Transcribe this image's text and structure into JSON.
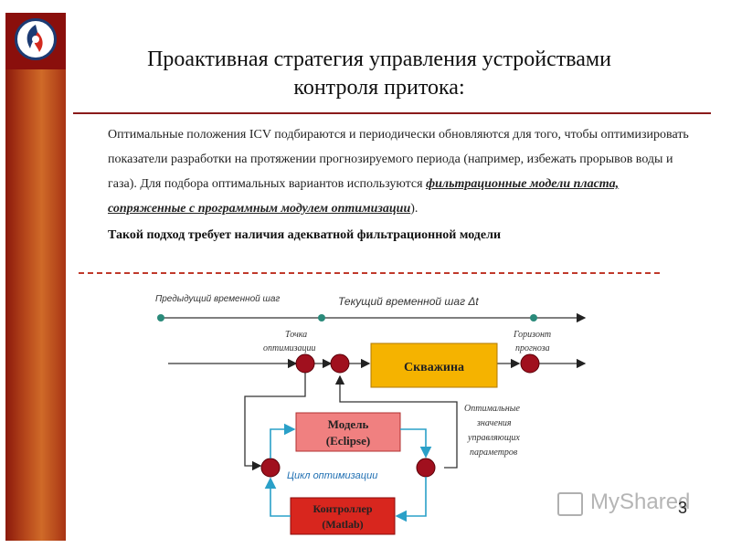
{
  "title": {
    "line1": "Проактивная стратегия управления устройствами",
    "line2": "контроля притока:"
  },
  "paragraph": {
    "part1": "Оптимальные положения ICV подбираются и периодически обновляются для того, чтобы оптимизировать показатели разработки на протяжении прогнозируемого периода (например, избежать прорывов воды и газа). Для подбора оптимальных вариантов используются ",
    "emphasis": "фильтрационные модели пласта, сопряженные с программным модулем оптимизации",
    "part2": ")."
  },
  "note": "Такой подход требует наличия адекватной фильтрационной модели",
  "diagram": {
    "prev_step": "Предыдущий временной шаг",
    "current_step": "Текущий временной шаг Δt",
    "opt_point_l1": "Точка",
    "opt_point_l2": "оптимизации",
    "horizon_l1": "Горизонт",
    "horizon_l2": "прогноза",
    "well": "Скважина",
    "model_l1": "Модель",
    "model_l2": "(Eclipse)",
    "controller_l1": "Контроллер",
    "controller_l2": "(Matlab)",
    "cycle": "Цикл оптимизации",
    "optimal_l1": "Оптимальные",
    "optimal_l2": "значения",
    "optimal_l3": "управляющих",
    "optimal_l4": "параметров",
    "colors": {
      "well_fill": "#f5b300",
      "model_fill": "#f08080",
      "node": "#a0101e",
      "loop_arrow": "#2aa0c8",
      "timeline_dot": "#2a8a7a"
    }
  },
  "watermark": "MyShared",
  "page_number": "3"
}
